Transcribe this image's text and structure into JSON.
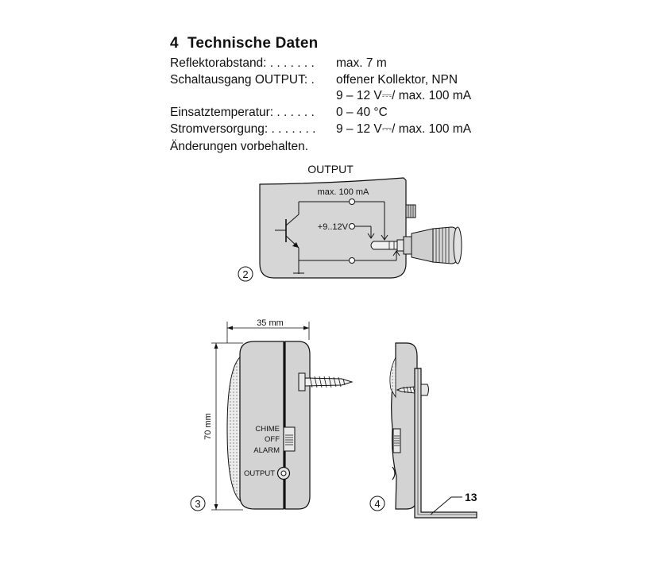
{
  "section": {
    "number": "4",
    "title": "Technische Daten"
  },
  "specs": [
    {
      "label": "Reflektorabstand: . . . . . . .",
      "value": "max. 7 m"
    },
    {
      "label": "Schaltausgang OUTPUT: .",
      "value": "offener Kollektor, NPN"
    },
    {
      "label": "",
      "value": "9 – 12 V⎓/ max. 100 mA"
    },
    {
      "label": "Einsatztemperatur: . . . . . .",
      "value": "0 – 40 °C"
    },
    {
      "label": "Stromversorgung: . . . . . . .",
      "value": "9 – 12 V⎓/ max. 100 mA"
    }
  ],
  "note": "Änderungen vorbehalten.",
  "figure2": {
    "title": "OUTPUT",
    "max_current": "max. 100 mA",
    "supply": "+9..12V",
    "number": "2"
  },
  "figure3": {
    "width_dim": "35 mm",
    "height_dim": "70 mm",
    "switch_labels": [
      "CHIME",
      "OFF",
      "ALARM"
    ],
    "jack_label": "OUTPUT",
    "number": "3"
  },
  "figure4": {
    "number": "4",
    "callout": "13"
  },
  "colors": {
    "housing_fill": "#d3d3d3",
    "line": "#111111",
    "background": "#ffffff"
  }
}
